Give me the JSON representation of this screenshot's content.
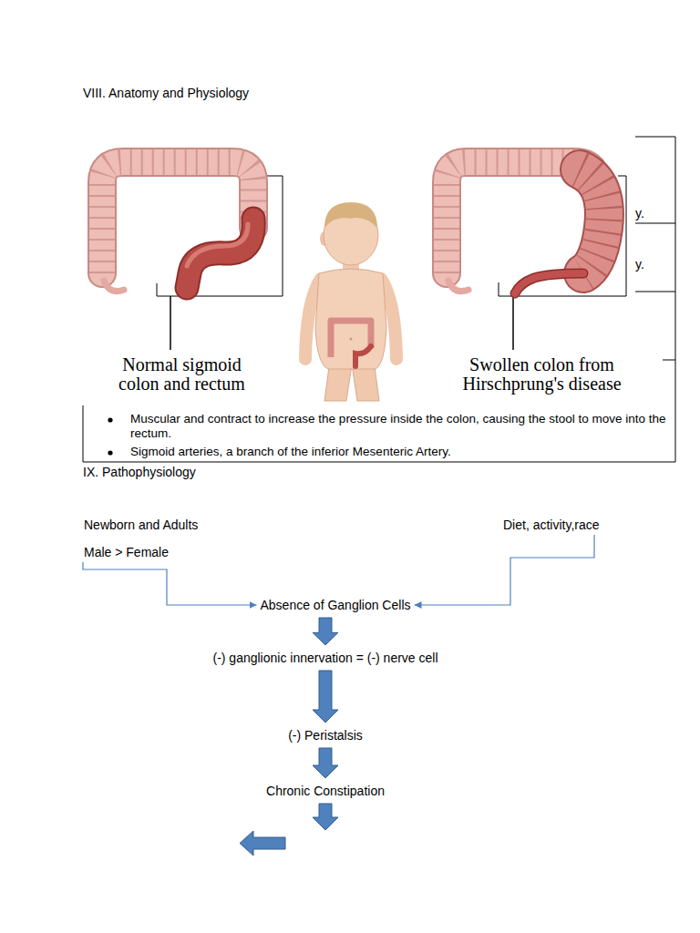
{
  "diagram": {
    "nodes": [
      {
        "text": [
          "Newborn and Adults",
          "Male > Female"
        ]
      },
      {
        "text": [
          "Diet, activity,race"
        ]
      },
      {
        "text": [
          "Absence of Ganglion Cells"
        ]
      },
      {
        "text": [
          "(-) ganglionic innervation = (-) nerve cell"
        ]
      },
      {
        "text": [
          "(-) Peristalsis"
        ]
      },
      {
        "text": [
          "Chronic Constipation"
        ]
      }
    ],
    "edges": [
      {
        "from": 0,
        "to": 2,
        "arrow": "to"
      },
      {
        "from": 1,
        "to": 2,
        "arrow": "to"
      },
      {
        "from": 2,
        "to": 3,
        "arrow": "to"
      },
      {
        "from": 3,
        "to": 4,
        "arrow": "to"
      },
      {
        "from": 4,
        "to": 5,
        "arrow": "to"
      }
    ],
    "labels": [
      "VIII. Anatomy and Physiology",
      "y.",
      "y.",
      "Normal sigmoid colon and rectum",
      "Swollen colon from Hirschprung's disease",
      "Muscular and contract to increase the pressure inside the colon, causing the stool to move into the rectum.",
      "Sigmoid arteries, a branch of the inferior Mesenteric Artery.",
      "IX. Pathophysiology"
    ]
  }
}
